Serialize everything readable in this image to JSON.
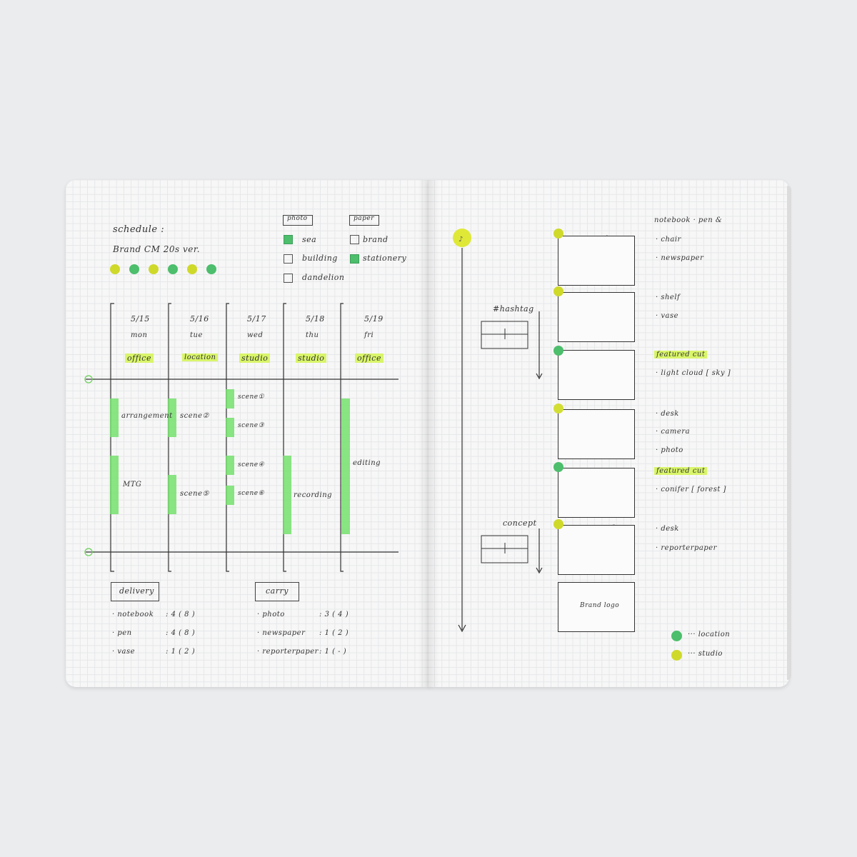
{
  "left_page": {
    "title": "schedule :",
    "subtitle": "Brand CM 20s ver.",
    "legend_photo": {
      "header": "photo",
      "items": [
        "sea",
        "building",
        "dandelion"
      ]
    },
    "legend_paper": {
      "header": "paper",
      "items": [
        "brand",
        "stationery"
      ]
    },
    "days": [
      {
        "date": "5/15",
        "day": "mon",
        "place": "office"
      },
      {
        "date": "5/16",
        "day": "tue",
        "place": "location"
      },
      {
        "date": "5/17",
        "day": "wed",
        "place": "studio"
      },
      {
        "date": "5/18",
        "day": "thu",
        "place": "studio"
      },
      {
        "date": "5/19",
        "day": "fri",
        "place": "office"
      }
    ],
    "tasks": {
      "arrangement": "arrangement",
      "mtg": "MTG",
      "scene2": "scene②",
      "scene5": "scene⑤",
      "scene1": "scene①",
      "scene3": "scene③",
      "scene4": "scene④",
      "scene6": "scene⑥",
      "recording": "recording",
      "editing": "editing"
    },
    "delivery": {
      "header": "delivery",
      "items": [
        {
          "name": "notebook",
          "value": "4 ( 8 )"
        },
        {
          "name": "pen",
          "value": "4 ( 8 )"
        },
        {
          "name": "vase",
          "value": "1 ( 2 )"
        }
      ]
    },
    "carry": {
      "header": "carry",
      "items": [
        {
          "name": "photo",
          "value": "3 ( 4 )"
        },
        {
          "name": "newspaper",
          "value": "1 ( 2 )"
        },
        {
          "name": "reporterpaper",
          "value": "1 ( - )"
        }
      ]
    }
  },
  "right_page": {
    "hashtag": "#hashtag",
    "concept": "concept",
    "brand_logo": "Brand logo",
    "notes": [
      "notebook · pen &",
      "· chair",
      "· newspaper",
      "· shelf",
      "· vase",
      "featured cut",
      "· light cloud [ sky ]",
      "· desk",
      "· camera",
      "· photo",
      "featured cut",
      "· conifer [ forest ]",
      "· desk",
      "· reporterpaper"
    ],
    "legend": [
      {
        "label": "··· location",
        "color": "#4cbe6c"
      },
      {
        "label": "··· studio",
        "color": "#cfd92a"
      }
    ]
  },
  "colors": {
    "highlight": "#d9f56a",
    "green": "#4cbe6c",
    "yellow": "#cfd92a",
    "bar": "#76e06d"
  }
}
